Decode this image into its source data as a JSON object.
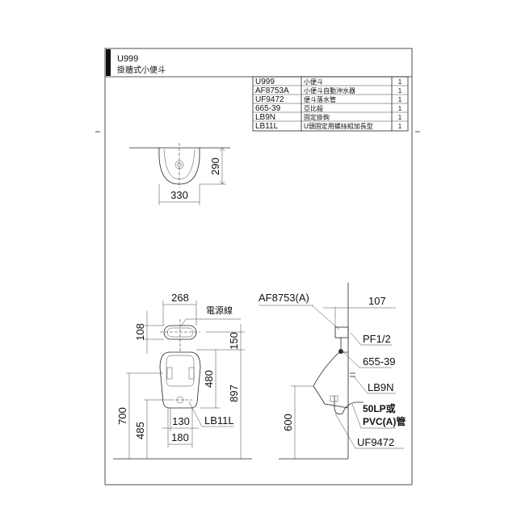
{
  "header": {
    "model": "U999",
    "subtitle": "掛牆式小便斗"
  },
  "parts_table": [
    {
      "code": "U999",
      "name": "小便斗",
      "qty": "1"
    },
    {
      "code": "AF8753A",
      "name": "小便斗自動沖水器",
      "qty": "1"
    },
    {
      "code": "UF9472",
      "name": "便斗落水管",
      "qty": "1"
    },
    {
      "code": "665-39",
      "name": "亞比殺",
      "qty": "1"
    },
    {
      "code": "LB9N",
      "name": "固定掛鉤",
      "qty": "1"
    },
    {
      "code": "LB11L",
      "name": "U頭固定用螺絲組加長型",
      "qty": "1"
    }
  ],
  "top_view": {
    "depth": "290",
    "width": "330"
  },
  "front_view": {
    "sensor_width": "268",
    "power_cord": "電源線",
    "sensor_height": "108",
    "sensor_to_bowl": "150",
    "bowl_height": "480",
    "total_height": "897",
    "rim_height": "700",
    "outlet_height": "485",
    "bolt_spacing": "130",
    "outlet_width": "180",
    "bolt_part": "LB11L"
  },
  "side_view": {
    "flusher": "AF8753(A)",
    "projection": "107",
    "inlet": "PF1/2",
    "spud": "655-39",
    "hanger": "LB9N",
    "pipe_line1": "50LP或",
    "pipe_line2": "PVC(A)管",
    "drain": "UF9472",
    "rim_height": "600"
  }
}
